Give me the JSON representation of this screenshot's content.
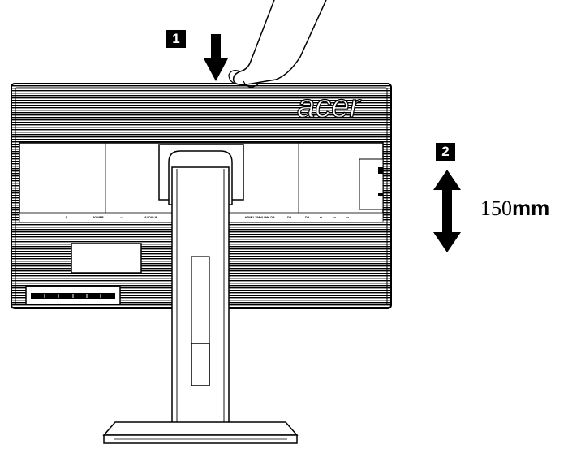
{
  "steps": [
    {
      "number": "1"
    },
    {
      "number": "2"
    }
  ],
  "measurement": {
    "value": "150",
    "unit": "mm"
  },
  "brand": {
    "logo_text": "acer"
  },
  "ports": [
    {
      "label": "⏚"
    },
    {
      "label": "POWER"
    },
    {
      "label": "∼"
    },
    {
      "label": "AUDIO IN"
    },
    {
      "label": "HDMI1 2/MHL/ HH-DP"
    },
    {
      "label": "DP"
    },
    {
      "label": "DP"
    },
    {
      "label": "⊖"
    },
    {
      "label": "•⇨"
    },
    {
      "label": "•⇨"
    }
  ],
  "arrows": {
    "press_direction": "down",
    "height_adjust_direction": "up-down"
  }
}
